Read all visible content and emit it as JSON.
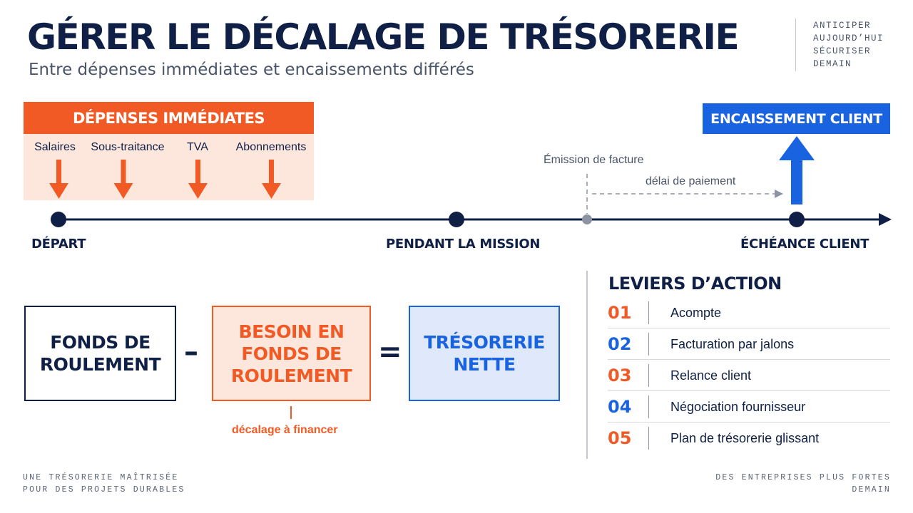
{
  "header": {
    "title": "GÉRER LE DÉCALAGE DE TRÉSORERIE",
    "subtitle": "Entre dépenses immédiates et encaissements différés",
    "tagline": [
      "ANTICIPER",
      "AUJOURD’HUI",
      "SÉCURISER",
      "DEMAIN"
    ]
  },
  "depenses": {
    "title": "DÉPENSES IMMÉDIATES",
    "items": [
      "Salaires",
      "Sous-traitance",
      "TVA",
      "Abonnements"
    ]
  },
  "timeline": {
    "milestones": [
      "DÉPART",
      "PENDANT LA MISSION",
      "ÉCHÉANCE CLIENT"
    ],
    "invoice_label": "Émission de facture",
    "delay_label": "délai de paiement",
    "encaissement_label": "ENCAISSEMENT CLIENT"
  },
  "equation": {
    "fdr": [
      "FONDS DE",
      "ROULEMENT"
    ],
    "minus": "–",
    "bfr": [
      "BESOIN EN",
      "FONDS DE",
      "ROULEMENT"
    ],
    "equals": "=",
    "tn": [
      "TRÉSORERIE",
      "NETTE"
    ],
    "decalage_label": "décalage à financer"
  },
  "levers": {
    "title": "LEVIERS D’ACTION",
    "items": [
      {
        "num": "01",
        "label": "Acompte"
      },
      {
        "num": "02",
        "label": "Facturation par jalons"
      },
      {
        "num": "03",
        "label": "Relance client"
      },
      {
        "num": "04",
        "label": "Négociation fournisseur"
      },
      {
        "num": "05",
        "label": "Plan de trésorerie glissant"
      }
    ]
  },
  "footer": {
    "left": [
      "UNE TRÉSORERIE MAÎTRISÉE",
      "POUR DES PROJETS DURABLES"
    ],
    "right": [
      "DES ENTREPRISES PLUS FORTES",
      "DEMAIN"
    ]
  },
  "colors": {
    "navy": "#0f1f45",
    "orange": "#f15a24",
    "orange_light": "#fde7dc",
    "blue": "#1a63e0",
    "blue_light": "#dfe9fb",
    "gray": "#4a5468"
  }
}
